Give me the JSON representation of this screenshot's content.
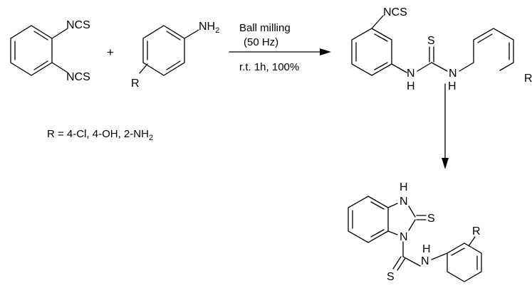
{
  "reagents": {
    "diisothiocyanate": {
      "ncs_top": "NCS",
      "ncs_bottom": "NCS"
    },
    "plus": "+",
    "aniline": {
      "nh": "NH",
      "nh_sub": "2",
      "r": "R"
    }
  },
  "conditions": {
    "line1": "Ball milling",
    "line2": "(50 Hz)",
    "line3": "r.t. 1h, 100%"
  },
  "substituents": {
    "prefix": "R = 4-Cl, 4-OH, 2-NH",
    "sub": "2"
  },
  "thiourea": {
    "ncs": "NCS",
    "s": "S",
    "n1": "N",
    "h1": "H",
    "n2": "N",
    "h2": "H",
    "r": "R"
  },
  "benzimidazole": {
    "h_top": "H",
    "n_top": "N",
    "s_thione": "S",
    "n_bottom": "N",
    "r": "R",
    "nh_h": "H",
    "nh_n": "N",
    "s_amide": "S"
  }
}
